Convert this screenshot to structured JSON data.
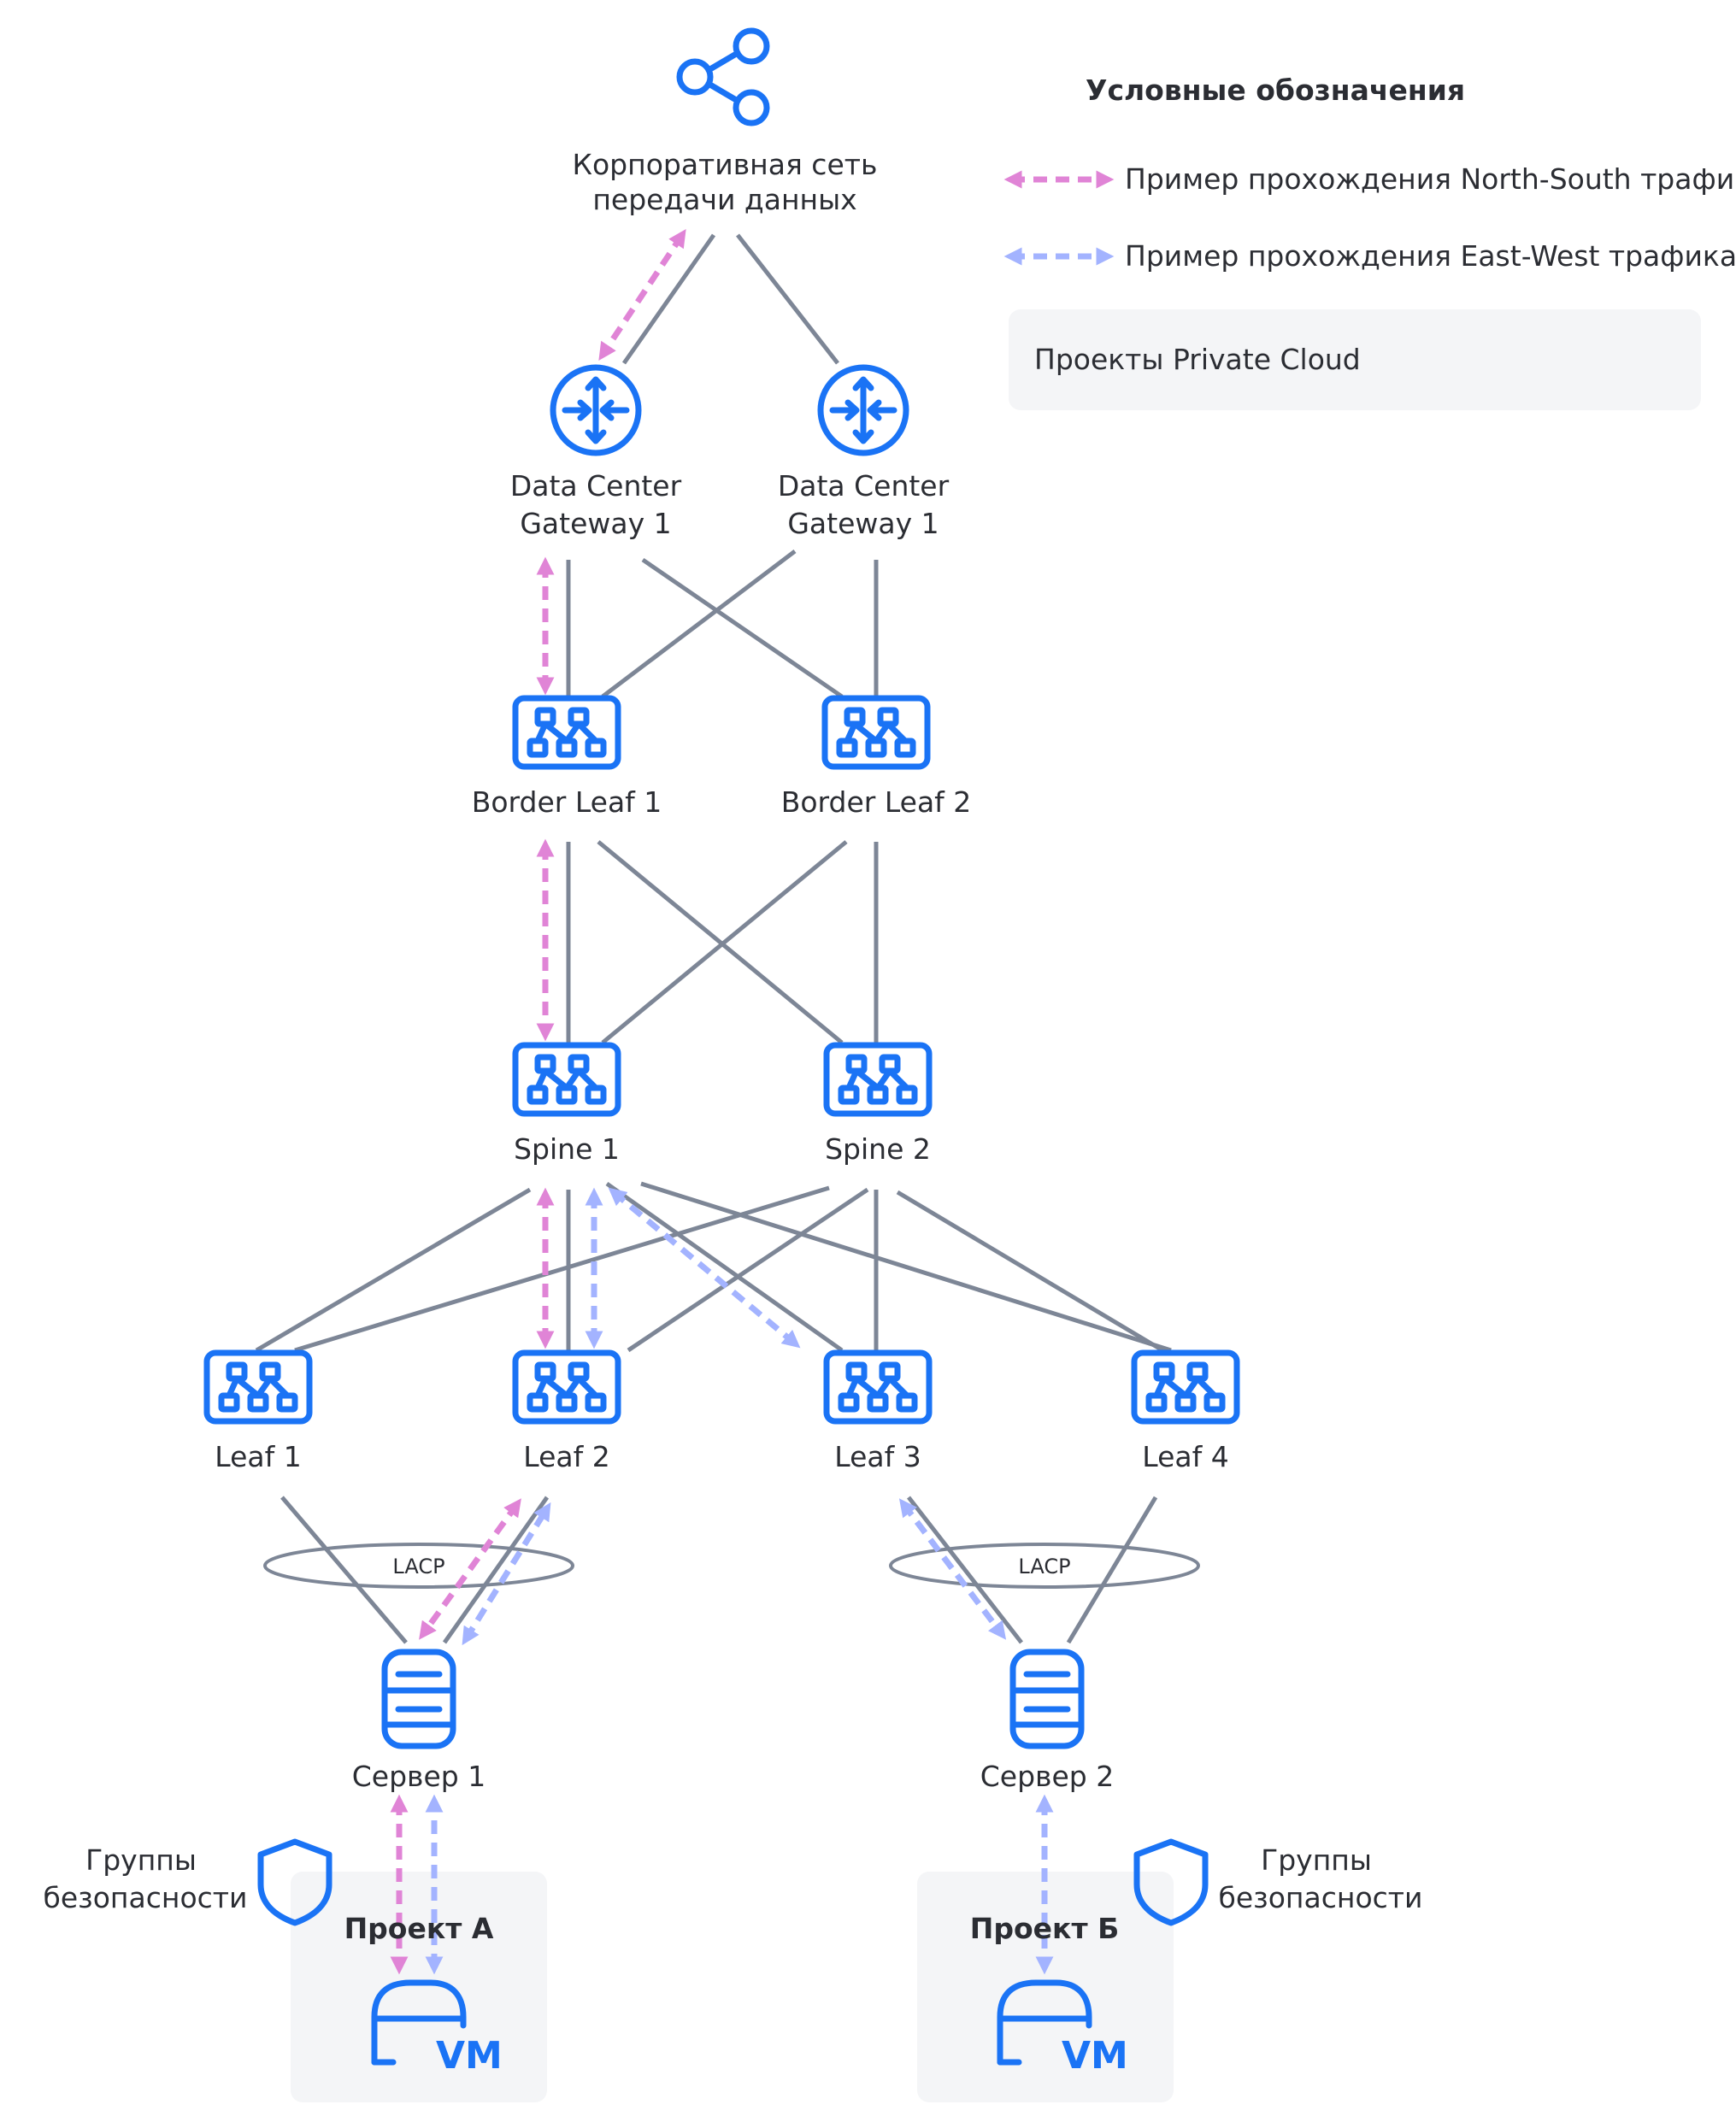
{
  "colors": {
    "accent": "#1a73f5",
    "line": "#7d8696",
    "north_south": "#e084d6",
    "east_west": "#a3b3ff",
    "panel": "#f4f5f7"
  },
  "legend": {
    "title": "Условные обозначения",
    "north_south": "Пример прохождения North-South трафика",
    "east_west": "Пример прохождения East-West трафика",
    "private_cloud": "Проекты Private Cloud"
  },
  "nodes": {
    "corp_net": {
      "line1": "Корпоративная сеть",
      "line2": "передачи данных",
      "icon": "share-network-icon"
    },
    "gw1": {
      "line1": "Data Center",
      "line2": "Gateway 1",
      "icon": "router-icon"
    },
    "gw2": {
      "line1": "Data Center",
      "line2": "Gateway 1",
      "icon": "router-icon"
    },
    "border_leaf_1": {
      "label": "Border Leaf 1",
      "icon": "switch-icon"
    },
    "border_leaf_2": {
      "label": "Border Leaf 2",
      "icon": "switch-icon"
    },
    "spine_1": {
      "label": "Spine 1",
      "icon": "switch-icon"
    },
    "spine_2": {
      "label": "Spine 2",
      "icon": "switch-icon"
    },
    "leaf_1": {
      "label": "Leaf 1",
      "icon": "switch-icon"
    },
    "leaf_2": {
      "label": "Leaf 2",
      "icon": "switch-icon"
    },
    "leaf_3": {
      "label": "Leaf 3",
      "icon": "switch-icon"
    },
    "leaf_4": {
      "label": "Leaf 4",
      "icon": "switch-icon"
    },
    "server_1": {
      "label": "Сервер 1",
      "icon": "server-icon"
    },
    "server_2": {
      "label": "Сервер 2",
      "icon": "server-icon"
    }
  },
  "lacp": {
    "left": "LACP",
    "right": "LACP"
  },
  "projects": {
    "a": {
      "title": "Проект А",
      "vm": "VM"
    },
    "b": {
      "title": "Проект Б",
      "vm": "VM"
    }
  },
  "security_groups": {
    "left": {
      "line1": "Группы",
      "line2": "безопасности",
      "icon": "shield-icon"
    },
    "right": {
      "line1": "Группы",
      "line2": "безопасности",
      "icon": "shield-icon"
    }
  }
}
